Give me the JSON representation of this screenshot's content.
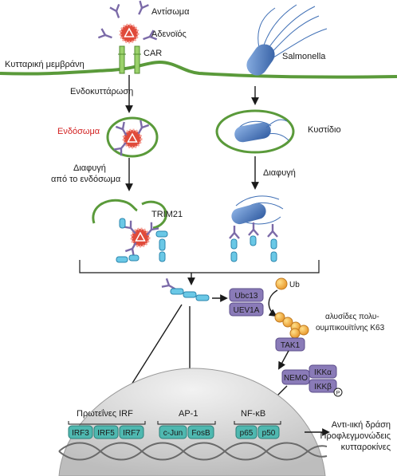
{
  "labels": {
    "antibody": "Αντίσωμα",
    "adenovirus": "Αδενοϊός",
    "car": "CAR",
    "cell_membrane": "Κυτταρική μεμβράνη",
    "salmonella": "Salmonella",
    "endocytosis": "Ενδοκυττάρωση",
    "endosome": "Ενδόσωμα",
    "vacuole": "Κυστίδιο",
    "endosome_escape_line1": "Διαφυγή",
    "endosome_escape_line2": "από το ενδόσωμα",
    "escape": "Διαφυγή",
    "trim21": "TRIM21",
    "ub": "Ub",
    "k63_line1": "αλυσίδες πολυ-",
    "k63_line2": "ουμπικουϊτίνης K63",
    "irf_proteins": "Πρωτεΐνες IRF",
    "ap1": "AP-1",
    "nfkb": "NF-κB",
    "outcome_line1": "Αντι-ιική δράση",
    "outcome_line2": "Προφλεγμονώδεις",
    "outcome_line3": "κυτταροκίνες"
  },
  "enzymes": {
    "ubc13": "Ubc13",
    "uev1a": "UEV1A",
    "tak1": "TAK1",
    "nemo": "NEMO",
    "ikka": "IKKα",
    "ikkb": "IKKβ",
    "phospho": "P"
  },
  "transcription_factors": {
    "irf3": "IRF3",
    "irf5": "IRF5",
    "irf7": "IRF7",
    "cjun": "c-Jun",
    "fosb": "FosB",
    "p65": "p65",
    "p50": "p50"
  },
  "colors": {
    "membrane_green": "#5a9a3a",
    "antibody_purple": "#7b6aa8",
    "virus_red": "#d93a2b",
    "trim21_blue": "#4fb3d9",
    "enzyme_purple": "#8a7bb8",
    "ub_orange": "#f0a830",
    "tf_teal": "#4fb8b0",
    "nucleus_gray": "#d8d8d8",
    "bacterium_blue": "#3f6fb5"
  }
}
